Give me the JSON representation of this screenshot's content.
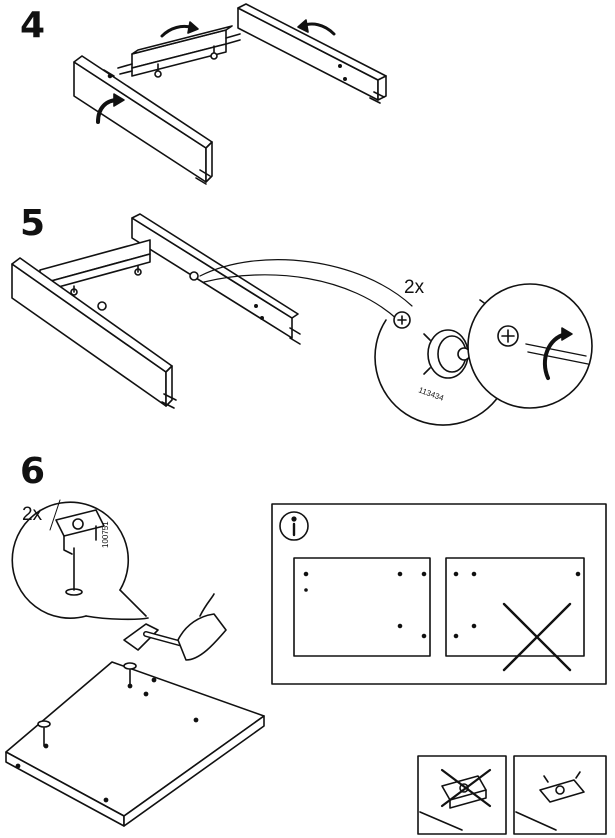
{
  "steps": [
    {
      "number": "4"
    },
    {
      "number": "5",
      "quantity": "2x",
      "part_number": "113434"
    },
    {
      "number": "6",
      "quantity": "2x",
      "part_number": "100751"
    }
  ],
  "icons": {
    "info": "info-icon",
    "wrong": "cross-mark-icon"
  },
  "colors": {
    "line": "#111111",
    "background": "#ffffff"
  }
}
